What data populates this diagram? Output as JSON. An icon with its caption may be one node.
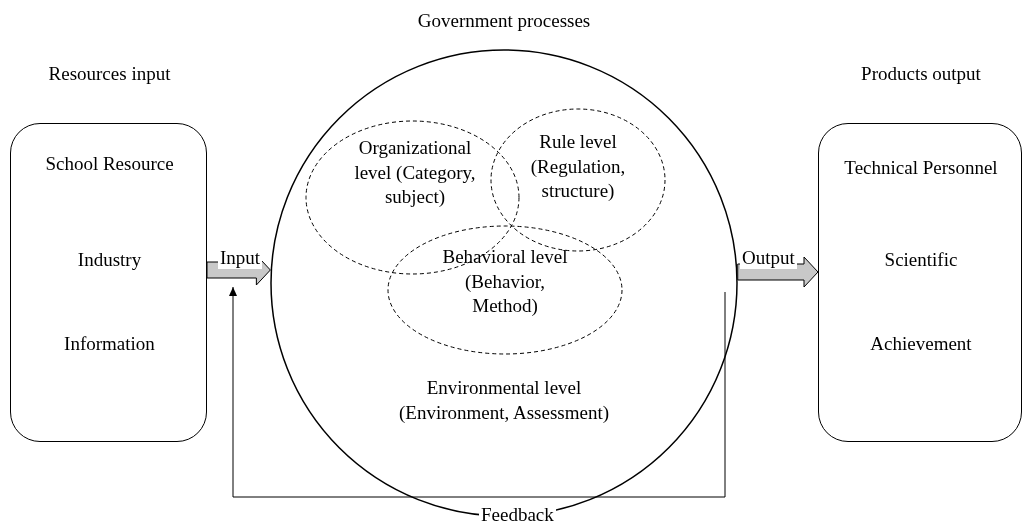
{
  "diagram": {
    "nodes": [
      {
        "text": [
          "Resources input",
          "School Resource",
          "Industry",
          "Information"
        ]
      },
      {
        "text": [
          "Government processes",
          "Environmental level (Environment, Assessment)"
        ]
      },
      {
        "text": [
          "Organizational level (Category, subject)"
        ],
        "in": 1
      },
      {
        "text": [
          "Rule level (Regulation, structure)"
        ],
        "in": 1
      },
      {
        "text": [
          "Behavioral level (Behavior, Method)"
        ],
        "in": 1
      },
      {
        "text": [
          "Products output",
          "Technical Personnel",
          "Scientific",
          "Achievement"
        ]
      }
    ],
    "edges": [
      {
        "from": 0,
        "to": 1,
        "arrow": "to",
        "label": "Input",
        "style": "thick"
      },
      {
        "from": 1,
        "to": 5,
        "arrow": "to",
        "label": "Output",
        "style": "thick"
      },
      {
        "from": 1,
        "to": null,
        "arrow": "to",
        "label": "Feedback"
      }
    ]
  }
}
